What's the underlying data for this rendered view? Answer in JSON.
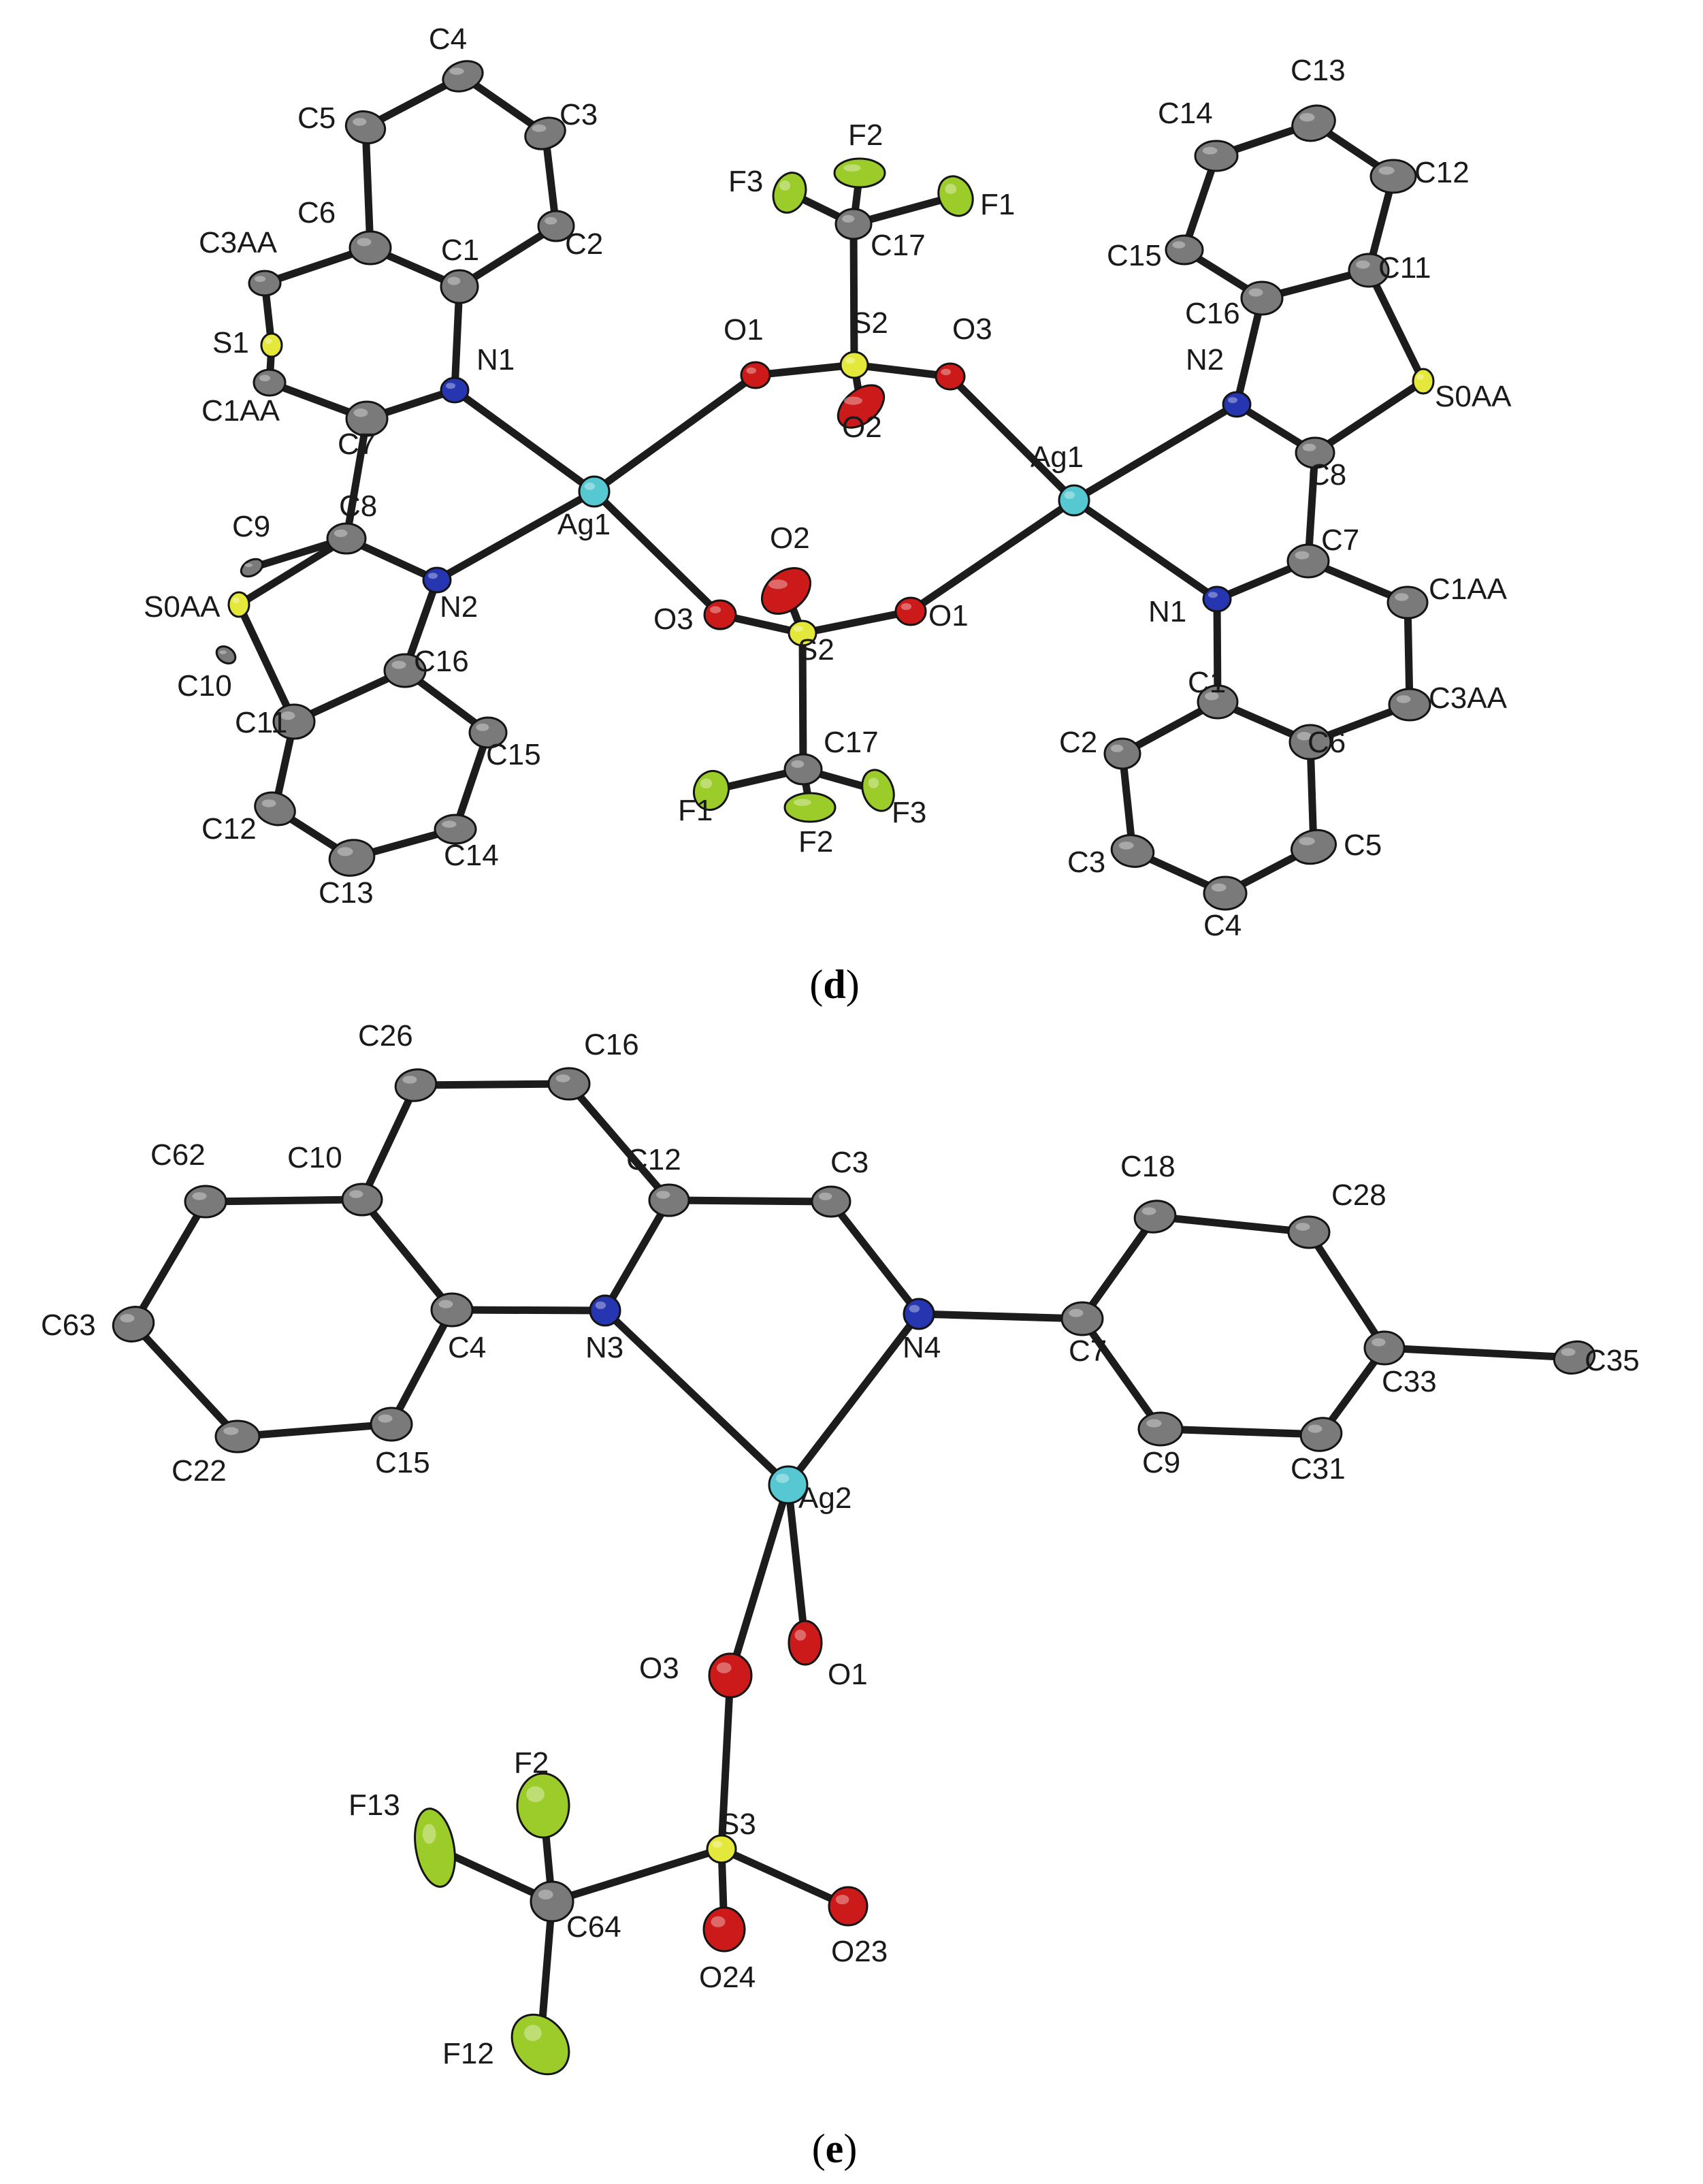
{
  "panels": [
    {
      "caption": {
        "open": "(",
        "letter": "d",
        "close": ")"
      },
      "atom_colors": {
        "C": "#7a7a7a",
        "N": "#2636b0",
        "O": "#cc1a1a",
        "S": "#e3e83a",
        "F": "#9ccc2a",
        "Ag": "#56c8d2"
      },
      "atoms": [
        {
          "id": "Ag1a",
          "element": "Ag",
          "label": "Ag1"
        },
        {
          "id": "N1a",
          "element": "N",
          "label": "N1"
        },
        {
          "id": "N2a",
          "element": "N",
          "label": "N2"
        },
        {
          "id": "C1a",
          "element": "C",
          "label": "C1"
        },
        {
          "id": "C2a",
          "element": "C",
          "label": "C2"
        },
        {
          "id": "C3a",
          "element": "C",
          "label": "C3"
        },
        {
          "id": "C4a",
          "element": "C",
          "label": "C4"
        },
        {
          "id": "C5a",
          "element": "C",
          "label": "C5"
        },
        {
          "id": "C6a",
          "element": "C",
          "label": "C6"
        },
        {
          "id": "C3AAa",
          "element": "C",
          "label": "C3AA"
        },
        {
          "id": "S1a",
          "element": "S",
          "label": "S1"
        },
        {
          "id": "C1AAa",
          "element": "C",
          "label": "C1AA"
        },
        {
          "id": "C7a",
          "element": "C",
          "label": "C7"
        },
        {
          "id": "C8a",
          "element": "C",
          "label": "C8"
        },
        {
          "id": "C9a",
          "element": "C",
          "label": "C9"
        },
        {
          "id": "S0AAa",
          "element": "S",
          "label": "S0AA"
        },
        {
          "id": "C10a",
          "element": "C",
          "label": "C10"
        },
        {
          "id": "C11a",
          "element": "C",
          "label": "C11"
        },
        {
          "id": "C12a",
          "element": "C",
          "label": "C12"
        },
        {
          "id": "C13a",
          "element": "C",
          "label": "C13"
        },
        {
          "id": "C14a",
          "element": "C",
          "label": "C14"
        },
        {
          "id": "C15a",
          "element": "C",
          "label": "C15"
        },
        {
          "id": "C16a",
          "element": "C",
          "label": "C16"
        },
        {
          "id": "O1a",
          "element": "O",
          "label": "O1"
        },
        {
          "id": "S2a",
          "element": "S",
          "label": "S2"
        },
        {
          "id": "O2a",
          "element": "O",
          "label": "O2"
        },
        {
          "id": "O3a",
          "element": "O",
          "label": "O3"
        },
        {
          "id": "C17a",
          "element": "C",
          "label": "C17"
        },
        {
          "id": "F1a",
          "element": "F",
          "label": "F1"
        },
        {
          "id": "F2a",
          "element": "F",
          "label": "F2"
        },
        {
          "id": "F3a",
          "element": "F",
          "label": "F3"
        },
        {
          "id": "O3b",
          "element": "O",
          "label": "O3"
        },
        {
          "id": "S2b",
          "element": "S",
          "label": "S2"
        },
        {
          "id": "O2b",
          "element": "O",
          "label": "O2"
        },
        {
          "id": "O1b",
          "element": "O",
          "label": "O1"
        },
        {
          "id": "C17b",
          "element": "C",
          "label": "C17"
        },
        {
          "id": "F1b",
          "element": "F",
          "label": "F1"
        },
        {
          "id": "F2b",
          "element": "F",
          "label": "F2"
        },
        {
          "id": "F3b",
          "element": "F",
          "label": "F3"
        },
        {
          "id": "Ag1b",
          "element": "Ag",
          "label": "Ag1"
        },
        {
          "id": "N2b",
          "element": "N",
          "label": "N2"
        },
        {
          "id": "N1b",
          "element": "N",
          "label": "N1"
        },
        {
          "id": "C8b",
          "element": "C",
          "label": "C8"
        },
        {
          "id": "S0AAb",
          "element": "S",
          "label": "S0AA"
        },
        {
          "id": "C11b",
          "element": "C",
          "label": "C11"
        },
        {
          "id": "C12b",
          "element": "C",
          "label": "C12"
        },
        {
          "id": "C13b",
          "element": "C",
          "label": "C13"
        },
        {
          "id": "C14b",
          "element": "C",
          "label": "C14"
        },
        {
          "id": "C15b",
          "element": "C",
          "label": "C15"
        },
        {
          "id": "C16b",
          "element": "C",
          "label": "C16"
        },
        {
          "id": "C7b",
          "element": "C",
          "label": "C7"
        },
        {
          "id": "C1AAb",
          "element": "C",
          "label": "C1AA"
        },
        {
          "id": "C3AAb",
          "element": "C",
          "label": "C3AA"
        },
        {
          "id": "C6b",
          "element": "C",
          "label": "C6"
        },
        {
          "id": "C5b",
          "element": "C",
          "label": "C5"
        },
        {
          "id": "C4b",
          "element": "C",
          "label": "C4"
        },
        {
          "id": "C3b",
          "element": "C",
          "label": "C3"
        },
        {
          "id": "C2b",
          "element": "C",
          "label": "C2"
        },
        {
          "id": "C1b",
          "element": "C",
          "label": "C1"
        }
      ],
      "bonds": [
        [
          "Ag1a",
          "N1a"
        ],
        [
          "Ag1a",
          "N2a"
        ],
        [
          "Ag1a",
          "O1a"
        ],
        [
          "Ag1a",
          "O3b"
        ],
        [
          "N1a",
          "C1a"
        ],
        [
          "N1a",
          "C7a"
        ],
        [
          "C1a",
          "C2a"
        ],
        [
          "C2a",
          "C3a"
        ],
        [
          "C3a",
          "C4a"
        ],
        [
          "C4a",
          "C5a"
        ],
        [
          "C5a",
          "C6a"
        ],
        [
          "C6a",
          "C1a"
        ],
        [
          "C6a",
          "C3AAa"
        ],
        [
          "C3AAa",
          "S1a"
        ],
        [
          "S1a",
          "C1AAa"
        ],
        [
          "C1AAa",
          "C7a"
        ],
        [
          "C7a",
          "C8a"
        ],
        [
          "C8a",
          "N2a"
        ],
        [
          "C8a",
          "C9a"
        ],
        [
          "C8a",
          "S0AAa"
        ],
        [
          "S0AAa",
          "C11a"
        ],
        [
          "N2a",
          "C16a"
        ],
        [
          "C16a",
          "C11a"
        ],
        [
          "C11a",
          "C12a"
        ],
        [
          "C12a",
          "C13a"
        ],
        [
          "C13a",
          "C14a"
        ],
        [
          "C14a",
          "C15a"
        ],
        [
          "C15a",
          "C16a"
        ],
        [
          "O1a",
          "S2a"
        ],
        [
          "S2a",
          "O2a"
        ],
        [
          "S2a",
          "O3a"
        ],
        [
          "S2a",
          "C17a"
        ],
        [
          "C17a",
          "F1a"
        ],
        [
          "C17a",
          "F2a"
        ],
        [
          "C17a",
          "F3a"
        ],
        [
          "O3a",
          "Ag1b"
        ],
        [
          "O3b",
          "S2b"
        ],
        [
          "S2b",
          "O2b"
        ],
        [
          "S2b",
          "O1b"
        ],
        [
          "S2b",
          "C17b"
        ],
        [
          "C17b",
          "F1b"
        ],
        [
          "C17b",
          "F2b"
        ],
        [
          "C17b",
          "F3b"
        ],
        [
          "O1b",
          "Ag1b"
        ],
        [
          "Ag1b",
          "N2b"
        ],
        [
          "Ag1b",
          "N1b"
        ],
        [
          "N2b",
          "C8b"
        ],
        [
          "N2b",
          "C16b"
        ],
        [
          "C8b",
          "S0AAb"
        ],
        [
          "S0AAb",
          "C11b"
        ],
        [
          "C11b",
          "C16b"
        ],
        [
          "C11b",
          "C12b"
        ],
        [
          "C12b",
          "C13b"
        ],
        [
          "C13b",
          "C14b"
        ],
        [
          "C14b",
          "C15b"
        ],
        [
          "C15b",
          "C16b"
        ],
        [
          "C8b",
          "C7b"
        ],
        [
          "C7b",
          "N1b"
        ],
        [
          "C7b",
          "C1AAb"
        ],
        [
          "C1AAb",
          "C3AAb"
        ],
        [
          "C3AAb",
          "C6b"
        ],
        [
          "C6b",
          "C1b"
        ],
        [
          "N1b",
          "C1b"
        ],
        [
          "C1b",
          "C2b"
        ],
        [
          "C2b",
          "C3b"
        ],
        [
          "C3b",
          "C4b"
        ],
        [
          "C4b",
          "C5b"
        ],
        [
          "C5b",
          "C6b"
        ]
      ]
    },
    {
      "caption": {
        "open": "(",
        "letter": "e",
        "close": ")"
      },
      "atom_colors": {
        "C": "#7a7a7a",
        "N": "#2636b0",
        "O": "#cc1a1a",
        "S": "#e3e83a",
        "F": "#9ccc2a",
        "Ag": "#56c8d2"
      },
      "atoms": [
        {
          "id": "C26",
          "element": "C",
          "label": "C26"
        },
        {
          "id": "C16",
          "element": "C",
          "label": "C16"
        },
        {
          "id": "C62",
          "element": "C",
          "label": "C62"
        },
        {
          "id": "C10",
          "element": "C",
          "label": "C10"
        },
        {
          "id": "C12",
          "element": "C",
          "label": "C12"
        },
        {
          "id": "C3",
          "element": "C",
          "label": "C3"
        },
        {
          "id": "C18",
          "element": "C",
          "label": "C18"
        },
        {
          "id": "C28",
          "element": "C",
          "label": "C28"
        },
        {
          "id": "C63",
          "element": "C",
          "label": "C63"
        },
        {
          "id": "C4",
          "element": "C",
          "label": "C4"
        },
        {
          "id": "N3",
          "element": "N",
          "label": "N3"
        },
        {
          "id": "N4",
          "element": "N",
          "label": "N4"
        },
        {
          "id": "C7",
          "element": "C",
          "label": "C7"
        },
        {
          "id": "C33",
          "element": "C",
          "label": "C33"
        },
        {
          "id": "C35",
          "element": "C",
          "label": "C35"
        },
        {
          "id": "C22",
          "element": "C",
          "label": "C22"
        },
        {
          "id": "C15",
          "element": "C",
          "label": "C15"
        },
        {
          "id": "C9",
          "element": "C",
          "label": "C9"
        },
        {
          "id": "C31",
          "element": "C",
          "label": "C31"
        },
        {
          "id": "Ag2",
          "element": "Ag",
          "label": "Ag2"
        },
        {
          "id": "O3e",
          "element": "O",
          "label": "O3"
        },
        {
          "id": "O1e",
          "element": "O",
          "label": "O1"
        },
        {
          "id": "F2e",
          "element": "F",
          "label": "F2"
        },
        {
          "id": "F13",
          "element": "F",
          "label": "F13"
        },
        {
          "id": "S3",
          "element": "S",
          "label": "S3"
        },
        {
          "id": "C64",
          "element": "C",
          "label": "C64"
        },
        {
          "id": "O24",
          "element": "O",
          "label": "O24"
        },
        {
          "id": "O23",
          "element": "O",
          "label": "O23"
        },
        {
          "id": "F12",
          "element": "F",
          "label": "F12"
        }
      ],
      "bonds": [
        [
          "C10",
          "C26"
        ],
        [
          "C26",
          "C16"
        ],
        [
          "C16",
          "C12"
        ],
        [
          "C12",
          "C3"
        ],
        [
          "C12",
          "N3"
        ],
        [
          "C3",
          "N4"
        ],
        [
          "N3",
          "C4"
        ],
        [
          "C4",
          "C10"
        ],
        [
          "C10",
          "C62"
        ],
        [
          "C62",
          "C63"
        ],
        [
          "C63",
          "C22"
        ],
        [
          "C22",
          "C15"
        ],
        [
          "C15",
          "C4"
        ],
        [
          "N3",
          "Ag2"
        ],
        [
          "N4",
          "Ag2"
        ],
        [
          "N4",
          "C7"
        ],
        [
          "C7",
          "C18"
        ],
        [
          "C18",
          "C28"
        ],
        [
          "C28",
          "C33"
        ],
        [
          "C33",
          "C31"
        ],
        [
          "C31",
          "C9"
        ],
        [
          "C9",
          "C7"
        ],
        [
          "C33",
          "C35"
        ],
        [
          "Ag2",
          "O3e"
        ],
        [
          "Ag2",
          "O1e"
        ],
        [
          "O3e",
          "S3"
        ],
        [
          "S3",
          "C64"
        ],
        [
          "S3",
          "O24"
        ],
        [
          "S3",
          "O23"
        ],
        [
          "C64",
          "F2e"
        ],
        [
          "C64",
          "F13"
        ],
        [
          "C64",
          "F12"
        ]
      ]
    }
  ]
}
